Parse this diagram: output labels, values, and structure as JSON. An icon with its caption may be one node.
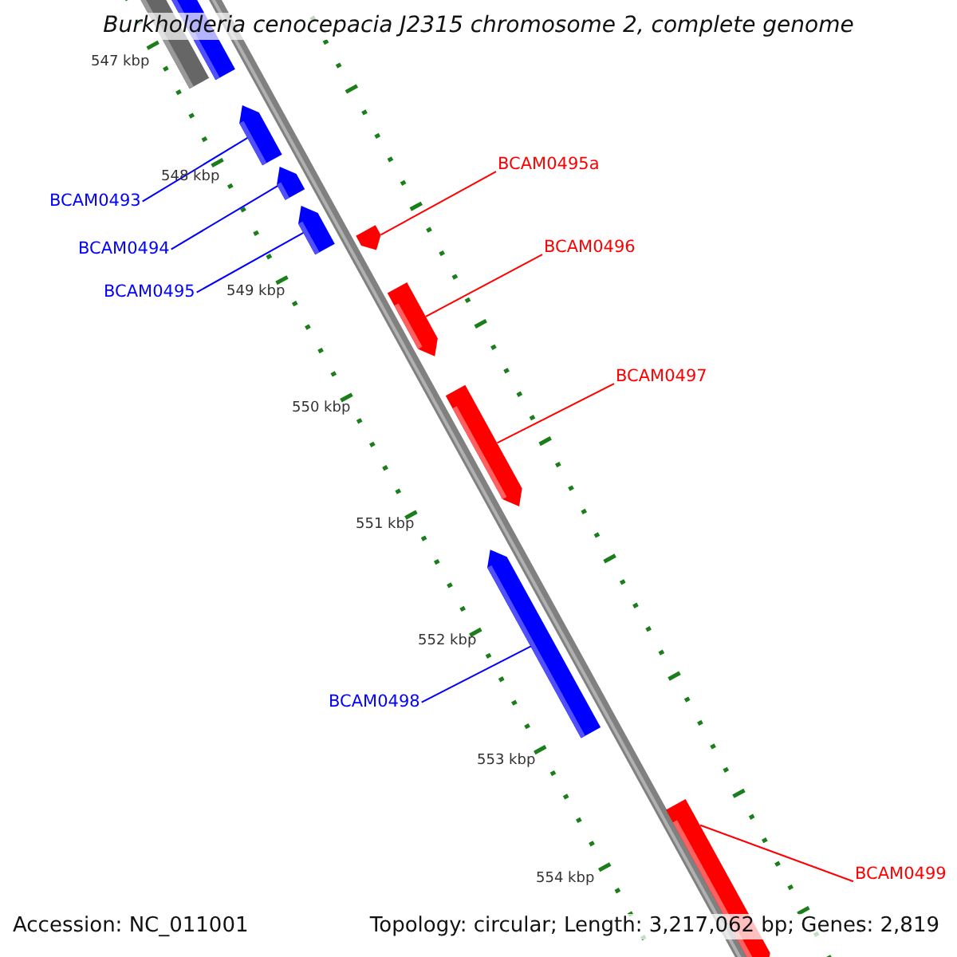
{
  "diagram": {
    "title": "Burkholderia cenocepacia J2315 chromosome 2, complete genome",
    "nodes": [
      {
        "text": [
          "BCAM0493"
        ]
      },
      {
        "text": [
          "BCAM0494"
        ]
      },
      {
        "text": [
          "BCAM0495"
        ]
      },
      {
        "text": [
          "BCAM0495a"
        ]
      },
      {
        "text": [
          "BCAM0496"
        ]
      },
      {
        "text": [
          "BCAM0497"
        ]
      },
      {
        "text": [
          "BCAM0498"
        ]
      },
      {
        "text": [
          "BCAM0499"
        ]
      },
      {
        "text": [],
        "shape": "arrow"
      },
      {
        "text": [],
        "shape": "arrow"
      },
      {
        "text": [],
        "shape": "arrow"
      },
      {
        "text": [],
        "shape": "arrow"
      },
      {
        "text": [],
        "shape": "arrow"
      },
      {
        "text": [],
        "shape": "arrow"
      },
      {
        "text": [],
        "shape": "arrow"
      },
      {
        "text": [],
        "shape": "arrow"
      }
    ],
    "edges": [
      {
        "from": 0,
        "to": 8,
        "arrow": "none",
        "color": "#0000ff"
      },
      {
        "from": 1,
        "to": 9,
        "arrow": "none",
        "color": "#0000ff"
      },
      {
        "from": 2,
        "to": 10,
        "arrow": "none",
        "color": "#0000ff"
      },
      {
        "from": 3,
        "to": 11,
        "arrow": "none",
        "color": "#ff0000"
      },
      {
        "from": 4,
        "to": 12,
        "arrow": "none",
        "color": "#ff0000"
      },
      {
        "from": 5,
        "to": 13,
        "arrow": "none",
        "color": "#ff0000"
      },
      {
        "from": 6,
        "to": 14,
        "arrow": "none",
        "color": "#0000ff"
      },
      {
        "from": 7,
        "to": 15,
        "arrow": "none",
        "color": "#ff0000"
      }
    ],
    "labels": [
      "547 kbp",
      "548 kbp",
      "549 kbp",
      "550 kbp",
      "551 kbp",
      "552 kbp",
      "553 kbp",
      "554 kbp",
      "Accession: NC_011001",
      "Topology: circular; Length: 3,217,062 bp; Genes: 2,819"
    ]
  }
}
